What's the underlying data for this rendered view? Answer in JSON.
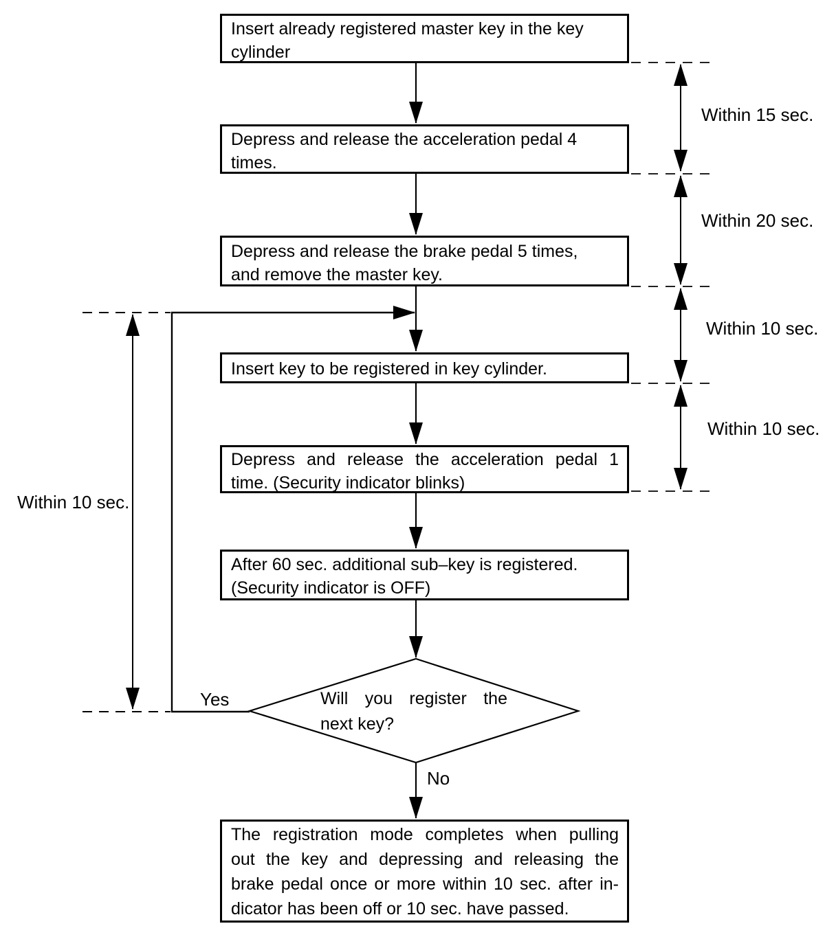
{
  "flowchart": {
    "steps": {
      "insert_master_key": {
        "lines": [
          "Insert already registered master key in the key",
          "cylinder"
        ]
      },
      "depress_accel_4": {
        "lines": [
          "Depress and release the acceleration pedal 4",
          "times."
        ]
      },
      "depress_brake_5": {
        "lines": [
          "Depress and release the brake pedal 5 times,",
          "and remove the master key."
        ]
      },
      "insert_new_key": {
        "lines": [
          "Insert key to be registered in key cylinder."
        ]
      },
      "depress_accel_1": {
        "lines": [
          "Depress and release the acceleration pedal 1",
          "time. (Security indicator blinks)"
        ]
      },
      "subkey_registered": {
        "lines": [
          "After 60 sec. additional sub–key is registered.",
          "(Security indicator is OFF)"
        ]
      },
      "registration_complete": {
        "lines": [
          "The registration mode completes when pulling",
          "out the key and depressing and releasing the",
          "brake pedal once or more within 10 sec. after in-",
          "dicator has been off or 10 sec. have passed."
        ]
      }
    },
    "decision": {
      "lines": [
        "Will you register the",
        "next key?"
      ],
      "yes_label": "Yes",
      "no_label": "No"
    },
    "timing_labels": {
      "right": [
        "Within 15 sec.",
        "Within 20 sec.",
        "Within 10 sec.",
        "Within 10 sec."
      ],
      "left": "Within 10 sec."
    },
    "colors": {
      "line": "#000000",
      "text": "#000000",
      "background": "#ffffff"
    }
  }
}
